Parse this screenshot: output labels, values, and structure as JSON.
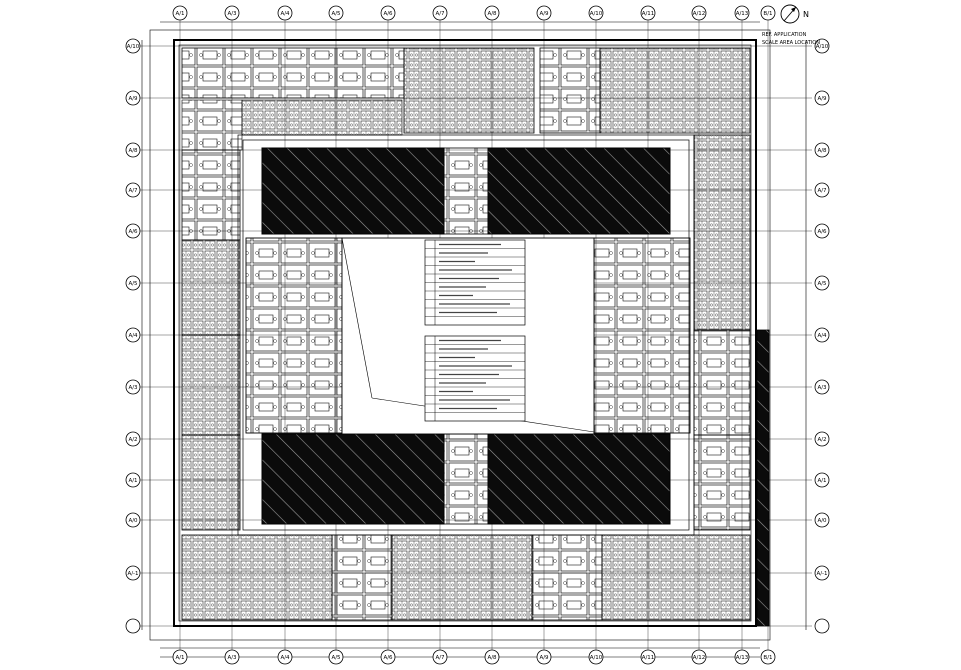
{
  "north_label": "N",
  "title_notes": [
    "REF. APPLICATION",
    "SCALE AREA LOCATION"
  ],
  "grid_top": [
    "A/1",
    "A/3",
    "A/4",
    "A/5",
    "A/6",
    "A/7",
    "A/8",
    "A/9",
    "A/10",
    "A/11",
    "A/12",
    "A/13",
    "B/1"
  ],
  "grid_left": [
    "A/10",
    "A/9",
    "A/8",
    "A/7",
    "A/6",
    "A/5",
    "A/4",
    "A/3",
    "A/2",
    "A/1",
    "A/0",
    "A/-1"
  ],
  "chart_data": {
    "type": "diagram",
    "description_source": "architectural office floor plan",
    "legend_rows_upper": 10,
    "legend_rows_lower": 10
  }
}
